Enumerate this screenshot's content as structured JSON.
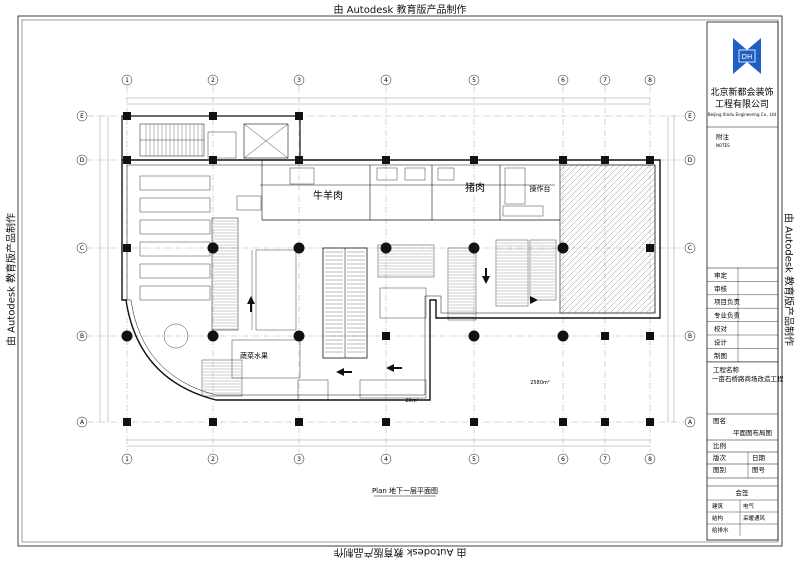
{
  "watermark": "由 Autodesk 教育版产品制作",
  "title_block": {
    "logo_text": "DH",
    "company_line1": "北京新都会装饰",
    "company_line2": "工程有限公司",
    "company_en": "Beijing Xindu Engineering Co., Ltd",
    "notes_label": "附注",
    "notes_sub": "NOTES",
    "roles": [
      "审定",
      "审核",
      "项目负责",
      "专业负责",
      "校对",
      "设计",
      "制图"
    ],
    "project_label": "工程名称",
    "project_name": "一亩石桥路商场改造工程",
    "drawing_label": "图名",
    "drawing_name": "平面图布局图",
    "scale_label": "比例",
    "version_label": "版次",
    "date_label": "日期",
    "figure_label": "图别",
    "figure_no_label": "图号",
    "sign_label": "会签",
    "sign_items": [
      "建筑",
      "电气",
      "结构",
      "采暖通风",
      "给排水"
    ]
  },
  "plan": {
    "grid_columns": [
      "1",
      "2",
      "3",
      "4",
      "5",
      "6",
      "7",
      "8"
    ],
    "grid_rows": [
      "E",
      "D",
      "C",
      "B",
      "A"
    ],
    "room_labels": {
      "beef_mutton": "牛羊肉",
      "pork": "猪肉",
      "prep_counter": "操作台",
      "area_large": "2580m²",
      "area_small": "20m²",
      "produce": "蔬菜水果"
    },
    "caption": "Plan 地下一层平面图"
  }
}
